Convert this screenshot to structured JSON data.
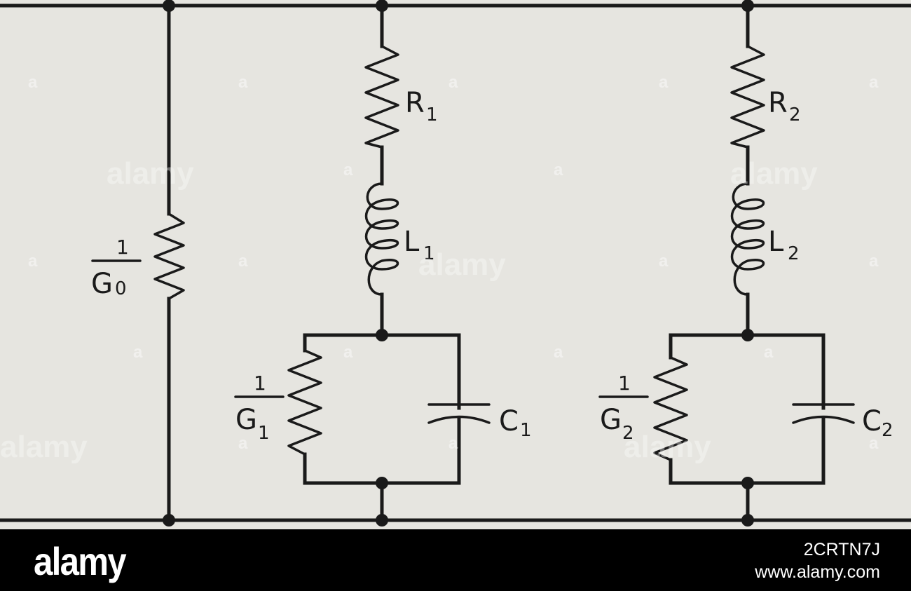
{
  "circuit": {
    "shunt_resistor": {
      "num": "1",
      "den_main": "G",
      "den_sub": "0"
    },
    "branch1": {
      "resistor": {
        "main": "R",
        "sub": "1"
      },
      "inductor": {
        "main": "L",
        "sub": "1"
      },
      "conductance": {
        "num": "1",
        "den_main": "G",
        "den_sub": "1"
      },
      "capacitor": {
        "main": "C",
        "sub": "1"
      }
    },
    "branch2": {
      "resistor": {
        "main": "R",
        "sub": "2"
      },
      "inductor": {
        "main": "L",
        "sub": "2"
      },
      "conductance": {
        "num": "1",
        "den_main": "G",
        "den_sub": "2"
      },
      "capacitor": {
        "main": "C",
        "sub": "2"
      }
    }
  },
  "watermark": {
    "text": "alamy",
    "small": "a"
  },
  "footer": {
    "logo": "alamy",
    "image_id": "2CRTN7J",
    "url": "www.alamy.com"
  },
  "colors": {
    "background": "#e6e5e0",
    "ink": "#1a1a1a",
    "footer": "#000000"
  }
}
